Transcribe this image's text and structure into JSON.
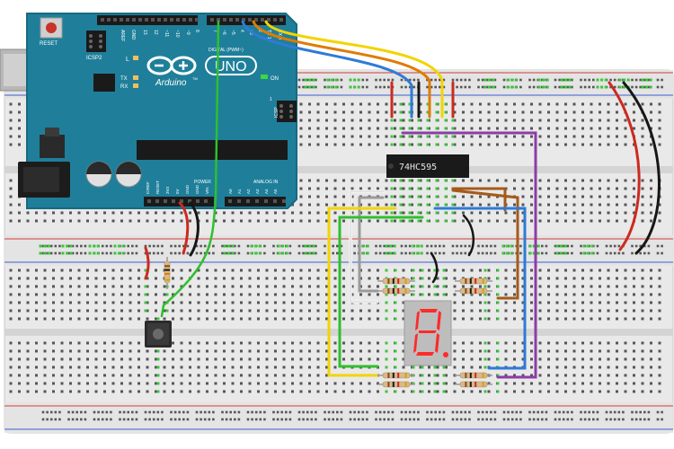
{
  "arduino": {
    "reset_label": "RESET",
    "icsp2_label": "ICSP2",
    "brand": "Arduino",
    "tm": "TM",
    "model": "UNO",
    "on_label": "ON",
    "l_label": "L",
    "tx_label": "TX",
    "rx_label": "RX",
    "icsp_label": "ICSP",
    "icsp_pin1": "1",
    "digital_header": "DIGITAL (PWM~)",
    "top_pins": [
      "AREF",
      "GND",
      "13",
      "12",
      "~11",
      "~10",
      "~9",
      "8",
      "7",
      "~6",
      "~5",
      "4",
      "~3",
      "2",
      "TX 1",
      "RX 0"
    ],
    "power_header": "POWER",
    "analog_header": "ANALOG IN",
    "power_pins": [
      "IOREF",
      "RESET",
      "3V3",
      "5V",
      "GND",
      "GND",
      "VIN"
    ],
    "analog_pins": [
      "A0",
      "A1",
      "A2",
      "A3",
      "A4",
      "A5"
    ]
  },
  "chip": {
    "label": "74HC595"
  },
  "display": {
    "digit": "8."
  },
  "colors": {
    "board": "#1f7f9a",
    "board_edge": "#176a82",
    "breadboard": "#e9e9e9",
    "rail_red": "#d23b3b",
    "rail_blue": "#3b5bd2",
    "hole_green": "#3dc43d",
    "wire_red": "#cc2a20",
    "wire_black": "#161616",
    "wire_green": "#2fbf2f",
    "wire_yellow": "#f2d400",
    "wire_orange": "#e07b00",
    "wire_blue": "#2e7bd6",
    "wire_purple": "#8d3ca8",
    "wire_brown": "#a55a1a",
    "wire_gray": "#9a9a9a",
    "wire_white": "#f4f4f4",
    "segment_red": "#ff2a2a",
    "display_body": "#bdbdbd"
  }
}
